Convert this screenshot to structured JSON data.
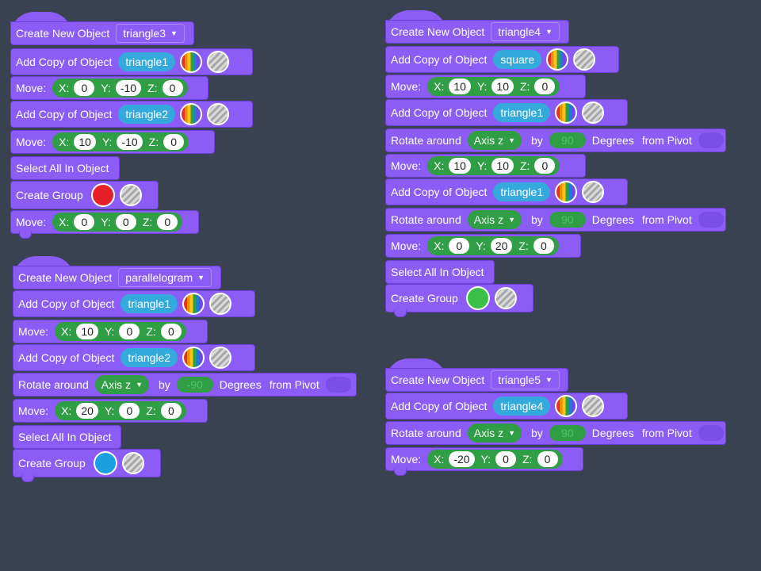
{
  "labels": {
    "create_new_object": "Create New Object",
    "add_copy_of_object": "Add Copy of Object",
    "move": "Move:",
    "x": "X:",
    "y": "Y:",
    "z": "Z:",
    "select_all_in_object": "Select All In Object",
    "create_group": "Create Group",
    "rotate_around": "Rotate around",
    "by": "by",
    "degrees": "Degrees",
    "from_pivot": "from Pivot"
  },
  "colors": {
    "block": "#8b5cf6",
    "object_pill": "#34aadc",
    "value_pill": "#2f9e44",
    "group_red": "#e8202a",
    "group_blue": "#1c9fe0",
    "group_green": "#3cc04a"
  },
  "icons": {
    "rainbow": "rainbow-color-swatch-icon",
    "hatch": "transparent-swatch-icon",
    "caret": "caret-down-icon"
  },
  "stack1": {
    "object": "triangle3",
    "copy1": "triangle1",
    "move1": {
      "x": "0",
      "y": "-10",
      "z": "0"
    },
    "copy2": "triangle2",
    "move2": {
      "x": "10",
      "y": "-10",
      "z": "0"
    },
    "move3": {
      "x": "0",
      "y": "0",
      "z": "0"
    }
  },
  "stack2": {
    "object": "parallelogram",
    "copy1": "triangle1",
    "move1": {
      "x": "10",
      "y": "0",
      "z": "0"
    },
    "copy2": "triangle2",
    "axis": "Axis z",
    "degrees": "-90",
    "move2": {
      "x": "20",
      "y": "0",
      "z": "0"
    }
  },
  "stack3": {
    "object": "triangle4",
    "copy1": "square",
    "move1": {
      "x": "10",
      "y": "10",
      "z": "0"
    },
    "copy2": "triangle1",
    "axis1": "Axis z",
    "degrees1": "90",
    "move2": {
      "x": "10",
      "y": "10",
      "z": "0"
    },
    "copy3": "triangle1",
    "axis2": "Axis z",
    "degrees2": "90",
    "move3": {
      "x": "0",
      "y": "20",
      "z": "0"
    }
  },
  "stack4": {
    "object": "triangle5",
    "copy1": "triangle4",
    "axis": "Axis z",
    "degrees": "90",
    "move1": {
      "x": "-20",
      "y": "0",
      "z": "0"
    }
  }
}
